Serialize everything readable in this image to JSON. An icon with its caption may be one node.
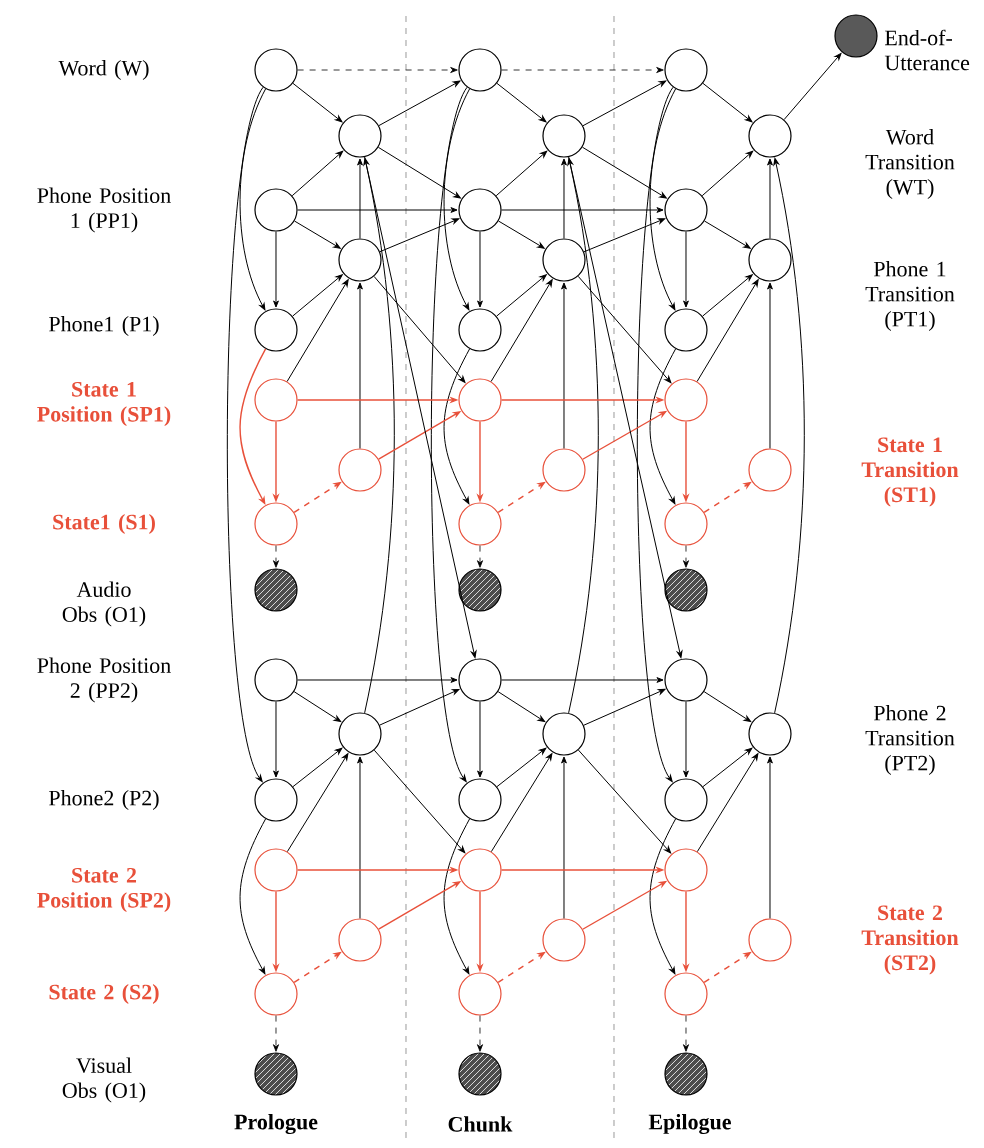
{
  "diagram": {
    "nodes": [
      {
        "text": [],
        "shape": "circle"
      },
      {
        "text": [],
        "shape": "circle"
      },
      {
        "text": [],
        "shape": "circle"
      },
      {
        "text": [],
        "shape": "circle"
      },
      {
        "text": [],
        "shape": "circle"
      },
      {
        "text": [],
        "shape": "circle"
      },
      {
        "text": [],
        "shape": "circle"
      },
      {
        "text": [],
        "shape": "circle"
      },
      {
        "text": [],
        "shape": "circle"
      },
      {
        "text": [],
        "shape": "circle"
      },
      {
        "text": [],
        "shape": "circle"
      },
      {
        "text": [],
        "shape": "circle"
      },
      {
        "text": [],
        "shape": "circle"
      },
      {
        "text": [],
        "shape": "circle"
      },
      {
        "text": [],
        "shape": "circle"
      },
      {
        "text": [],
        "shape": "circle"
      },
      {
        "text": [],
        "shape": "circle"
      },
      {
        "text": [],
        "shape": "circle"
      },
      {
        "text": [],
        "shape": "circle"
      },
      {
        "text": [],
        "shape": "circle"
      },
      {
        "text": [],
        "shape": "circle"
      },
      {
        "text": [],
        "shape": "circle"
      },
      {
        "text": [],
        "shape": "circle"
      },
      {
        "text": [],
        "shape": "circle"
      },
      {
        "text": [],
        "shape": "circle"
      },
      {
        "text": [],
        "shape": "circle"
      },
      {
        "text": [],
        "shape": "circle"
      },
      {
        "text": [],
        "shape": "circle"
      },
      {
        "text": [],
        "shape": "circle"
      },
      {
        "text": [],
        "shape": "circle"
      },
      {
        "text": [],
        "shape": "circle"
      },
      {
        "text": [],
        "shape": "circle"
      },
      {
        "text": [],
        "shape": "circle"
      },
      {
        "text": [],
        "shape": "circle"
      },
      {
        "text": [],
        "shape": "circle"
      },
      {
        "text": [],
        "shape": "circle"
      },
      {
        "text": [],
        "shape": "circle"
      },
      {
        "text": [],
        "shape": "circle"
      },
      {
        "text": [],
        "shape": "circle"
      },
      {
        "text": [],
        "shape": "circle"
      },
      {
        "text": [],
        "shape": "circle"
      },
      {
        "text": [],
        "shape": "circle"
      },
      {
        "text": [],
        "shape": "circle"
      },
      {
        "text": [],
        "shape": "circle"
      },
      {
        "text": [],
        "shape": "circle"
      },
      {
        "text": [],
        "shape": "circle"
      },
      {
        "text": [],
        "shape": "circle"
      },
      {
        "text": [],
        "shape": "circle"
      },
      {
        "text": [],
        "shape": "circle"
      }
    ],
    "edges": [
      {
        "from": 0,
        "to": 1,
        "arrow": "to"
      },
      {
        "from": 2,
        "to": 1,
        "arrow": "to"
      },
      {
        "from": 3,
        "to": 1,
        "arrow": "to"
      },
      {
        "from": 10,
        "to": 1,
        "arrow": "to"
      },
      {
        "from": 2,
        "to": 3,
        "arrow": "to"
      },
      {
        "from": 4,
        "to": 3,
        "arrow": "to"
      },
      {
        "from": 5,
        "to": 3,
        "arrow": "to"
      },
      {
        "from": 6,
        "to": 3,
        "arrow": "to"
      },
      {
        "from": 2,
        "to": 4,
        "arrow": "to"
      },
      {
        "from": 0,
        "to": 4,
        "arrow": "to"
      },
      {
        "from": 5,
        "to": 7,
        "arrow": "to",
        "color": "#e8503a"
      },
      {
        "from": 4,
        "to": 7,
        "arrow": "to",
        "color": "#e8503a"
      },
      {
        "from": 7,
        "to": 6,
        "arrow": "to",
        "style": "dashed",
        "color": "#e8503a"
      },
      {
        "from": 7,
        "to": 8,
        "arrow": "to",
        "style": "dashed"
      },
      {
        "from": 9,
        "to": 11,
        "arrow": "to"
      },
      {
        "from": 9,
        "to": 10,
        "arrow": "to"
      },
      {
        "from": 11,
        "to": 10,
        "arrow": "to"
      },
      {
        "from": 12,
        "to": 10,
        "arrow": "to"
      },
      {
        "from": 13,
        "to": 10,
        "arrow": "to"
      },
      {
        "from": 12,
        "to": 14,
        "arrow": "to",
        "color": "#e8503a"
      },
      {
        "from": 11,
        "to": 14,
        "arrow": "to"
      },
      {
        "from": 14,
        "to": 13,
        "arrow": "to",
        "style": "dashed",
        "color": "#e8503a"
      },
      {
        "from": 14,
        "to": 15,
        "arrow": "to",
        "style": "dashed"
      },
      {
        "from": 0,
        "to": 11,
        "arrow": "to"
      },
      {
        "from": 16,
        "to": 17,
        "arrow": "to"
      },
      {
        "from": 18,
        "to": 17,
        "arrow": "to"
      },
      {
        "from": 19,
        "to": 17,
        "arrow": "to"
      },
      {
        "from": 26,
        "to": 17,
        "arrow": "to"
      },
      {
        "from": 18,
        "to": 19,
        "arrow": "to"
      },
      {
        "from": 20,
        "to": 19,
        "arrow": "to"
      },
      {
        "from": 21,
        "to": 19,
        "arrow": "to"
      },
      {
        "from": 22,
        "to": 19,
        "arrow": "to"
      },
      {
        "from": 18,
        "to": 20,
        "arrow": "to"
      },
      {
        "from": 16,
        "to": 20,
        "arrow": "to"
      },
      {
        "from": 21,
        "to": 23,
        "arrow": "to",
        "color": "#e8503a"
      },
      {
        "from": 20,
        "to": 23,
        "arrow": "to"
      },
      {
        "from": 23,
        "to": 22,
        "arrow": "to",
        "style": "dashed",
        "color": "#e8503a"
      },
      {
        "from": 23,
        "to": 24,
        "arrow": "to",
        "style": "dashed"
      },
      {
        "from": 25,
        "to": 27,
        "arrow": "to"
      },
      {
        "from": 25,
        "to": 26,
        "arrow": "to"
      },
      {
        "from": 27,
        "to": 26,
        "arrow": "to"
      },
      {
        "from": 28,
        "to": 26,
        "arrow": "to"
      },
      {
        "from": 29,
        "to": 26,
        "arrow": "to"
      },
      {
        "from": 28,
        "to": 30,
        "arrow": "to",
        "color": "#e8503a"
      },
      {
        "from": 27,
        "to": 30,
        "arrow": "to"
      },
      {
        "from": 30,
        "to": 29,
        "arrow": "to",
        "style": "dashed",
        "color": "#e8503a"
      },
      {
        "from": 30,
        "to": 31,
        "arrow": "to",
        "style": "dashed"
      },
      {
        "from": 16,
        "to": 27,
        "arrow": "to"
      },
      {
        "from": 32,
        "to": 33,
        "arrow": "to"
      },
      {
        "from": 34,
        "to": 33,
        "arrow": "to"
      },
      {
        "from": 35,
        "to": 33,
        "arrow": "to"
      },
      {
        "from": 42,
        "to": 33,
        "arrow": "to"
      },
      {
        "from": 34,
        "to": 35,
        "arrow": "to"
      },
      {
        "from": 36,
        "to": 35,
        "arrow": "to"
      },
      {
        "from": 37,
        "to": 35,
        "arrow": "to"
      },
      {
        "from": 38,
        "to": 35,
        "arrow": "to"
      },
      {
        "from": 34,
        "to": 36,
        "arrow": "to"
      },
      {
        "from": 32,
        "to": 36,
        "arrow": "to"
      },
      {
        "from": 37,
        "to": 39,
        "arrow": "to",
        "color": "#e8503a"
      },
      {
        "from": 36,
        "to": 39,
        "arrow": "to"
      },
      {
        "from": 39,
        "to": 38,
        "arrow": "to",
        "style": "dashed",
        "color": "#e8503a"
      },
      {
        "from": 39,
        "to": 40,
        "arrow": "to",
        "style": "dashed"
      },
      {
        "from": 41,
        "to": 43,
        "arrow": "to"
      },
      {
        "from": 41,
        "to": 42,
        "arrow": "to"
      },
      {
        "from": 43,
        "to": 42,
        "arrow": "to"
      },
      {
        "from": 44,
        "to": 42,
        "arrow": "to"
      },
      {
        "from": 45,
        "to": 42,
        "arrow": "to"
      },
      {
        "from": 44,
        "to": 46,
        "arrow": "to",
        "color": "#e8503a"
      },
      {
        "from": 43,
        "to": 46,
        "arrow": "to"
      },
      {
        "from": 46,
        "to": 45,
        "arrow": "to",
        "style": "dashed",
        "color": "#e8503a"
      },
      {
        "from": 46,
        "to": 47,
        "arrow": "to",
        "style": "dashed"
      },
      {
        "from": 32,
        "to": 43,
        "arrow": "to"
      },
      {
        "from": 0,
        "to": 16,
        "arrow": "to",
        "style": "dashed"
      },
      {
        "from": 1,
        "to": 16,
        "arrow": "to"
      },
      {
        "from": 1,
        "to": 18,
        "arrow": "to"
      },
      {
        "from": 2,
        "to": 18,
        "arrow": "to"
      },
      {
        "from": 3,
        "to": 18,
        "arrow": "to"
      },
      {
        "from": 3,
        "to": 21,
        "arrow": "to"
      },
      {
        "from": 5,
        "to": 21,
        "arrow": "to",
        "color": "#e8503a"
      },
      {
        "from": 6,
        "to": 21,
        "arrow": "to",
        "color": "#e8503a"
      },
      {
        "from": 1,
        "to": 25,
        "arrow": "to"
      },
      {
        "from": 9,
        "to": 25,
        "arrow": "to"
      },
      {
        "from": 10,
        "to": 25,
        "arrow": "to"
      },
      {
        "from": 10,
        "to": 28,
        "arrow": "to"
      },
      {
        "from": 12,
        "to": 28,
        "arrow": "to",
        "color": "#e8503a"
      },
      {
        "from": 13,
        "to": 28,
        "arrow": "to",
        "color": "#e8503a"
      },
      {
        "from": 16,
        "to": 32,
        "arrow": "to",
        "style": "dashed"
      },
      {
        "from": 17,
        "to": 32,
        "arrow": "to"
      },
      {
        "from": 17,
        "to": 34,
        "arrow": "to"
      },
      {
        "from": 18,
        "to": 34,
        "arrow": "to"
      },
      {
        "from": 19,
        "to": 34,
        "arrow": "to"
      },
      {
        "from": 19,
        "to": 37,
        "arrow": "to"
      },
      {
        "from": 21,
        "to": 37,
        "arrow": "to",
        "color": "#e8503a"
      },
      {
        "from": 22,
        "to": 37,
        "arrow": "to",
        "color": "#e8503a"
      },
      {
        "from": 17,
        "to": 41,
        "arrow": "to"
      },
      {
        "from": 25,
        "to": 41,
        "arrow": "to"
      },
      {
        "from": 26,
        "to": 41,
        "arrow": "to"
      },
      {
        "from": 26,
        "to": 44,
        "arrow": "to"
      },
      {
        "from": 28,
        "to": 44,
        "arrow": "to",
        "color": "#e8503a"
      },
      {
        "from": 29,
        "to": 44,
        "arrow": "to",
        "color": "#e8503a"
      },
      {
        "from": 33,
        "to": 48,
        "arrow": "to"
      }
    ],
    "labels": [
      "Word (W)",
      "End-of- Utterance",
      "Word Transition (WT)",
      "Phone Position 1 (PP1)",
      "Phone 1 Transition (PT1)",
      "Phone1 (P1)",
      "State 1 Position (SP1)",
      "State 1 Transition (ST1)",
      "State1 (S1)",
      "Audio Obs (O1)",
      "Phone Position 2 (PP2)",
      "Phone 2 Transition (PT2)",
      "Phone2 (P2)",
      "State 2 Position (SP2)",
      "State 2 Transition (ST2)",
      "State 2 (S2)",
      "Visual Obs (O1)",
      "Prologue",
      "Chunk",
      "Epilogue"
    ]
  }
}
